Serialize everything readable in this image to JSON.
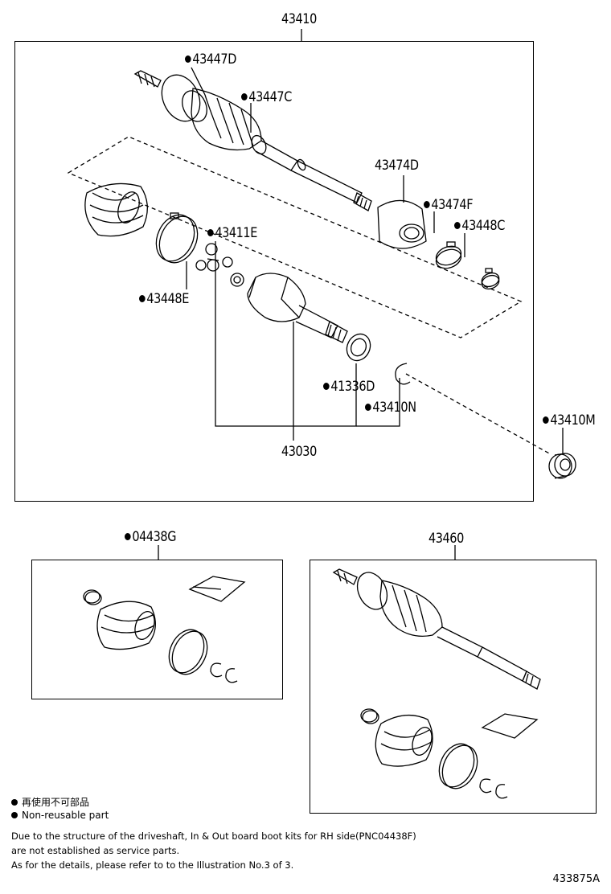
{
  "labels": {
    "assy_main": "43410",
    "p_43447D": "43447D",
    "p_43447C": "43447C",
    "p_43474D": "43474D",
    "p_43474F": "43474F",
    "p_43448C": "43448C",
    "p_43411E": "43411E",
    "p_43448E": "43448E",
    "p_41336D": "41336D",
    "p_43410N": "43410N",
    "p_43030": "43030",
    "p_43410M": "43410M",
    "kit_04438G": "04438G",
    "assy_43460": "43460"
  },
  "legend": {
    "jp": "再使用不可部品",
    "en": "Non-reusable part"
  },
  "notes": [
    "Due to the structure of the driveshaft, In & Out board  boot kits for RH side(PNC04438F)",
    "are not established as service parts.",
    "As for the details, please refer to to the Illustration No.3 of 3."
  ],
  "figure_number": "433875A"
}
